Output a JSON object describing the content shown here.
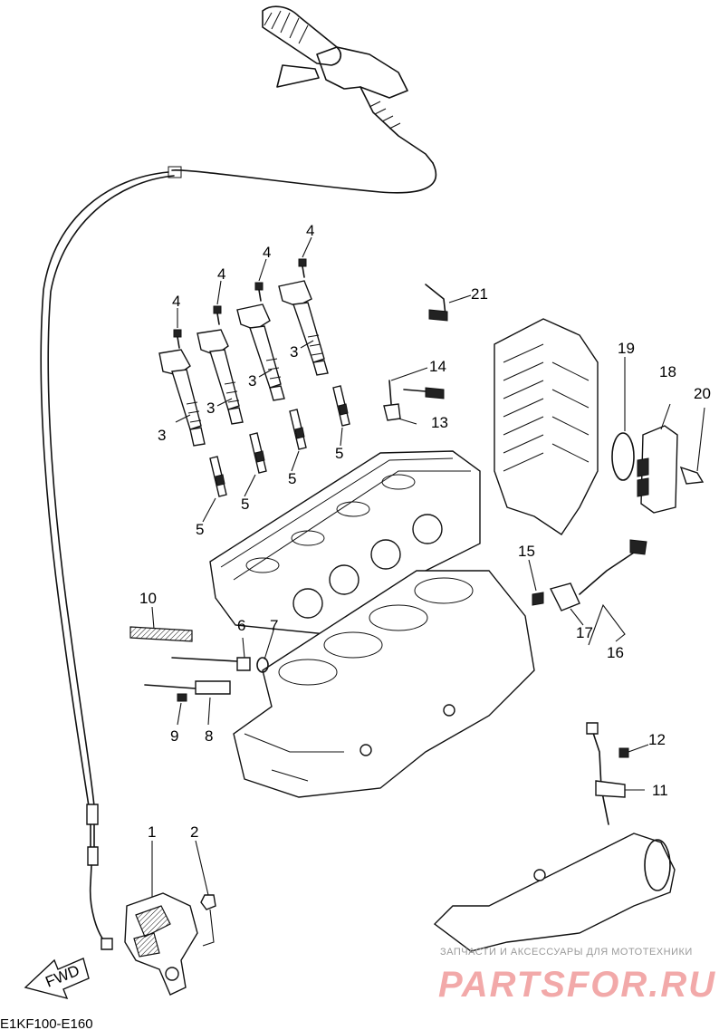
{
  "diagram_code": "E1KF100-E160",
  "fwd_label": "FWD",
  "watermark": {
    "tagline": "ЗАПЧАСТИ И АКСЕССУАРЫ ДЛЯ МОТОТЕХНИКИ",
    "brand": "PARTSFOR.RU"
  },
  "callouts": {
    "c1": "1",
    "c2": "2",
    "c3a": "3",
    "c3b": "3",
    "c3c": "3",
    "c3d": "3",
    "c4a": "4",
    "c4b": "4",
    "c4c": "4",
    "c4d": "4",
    "c5a": "5",
    "c5b": "5",
    "c5c": "5",
    "c5d": "5",
    "c6": "6",
    "c7": "7",
    "c8": "8",
    "c9": "9",
    "c10": "10",
    "c11": "11",
    "c12": "12",
    "c13": "13",
    "c14": "14",
    "c15": "15",
    "c16": "16",
    "c17": "17",
    "c18": "18",
    "c19": "19",
    "c20": "20",
    "c21": "21"
  }
}
